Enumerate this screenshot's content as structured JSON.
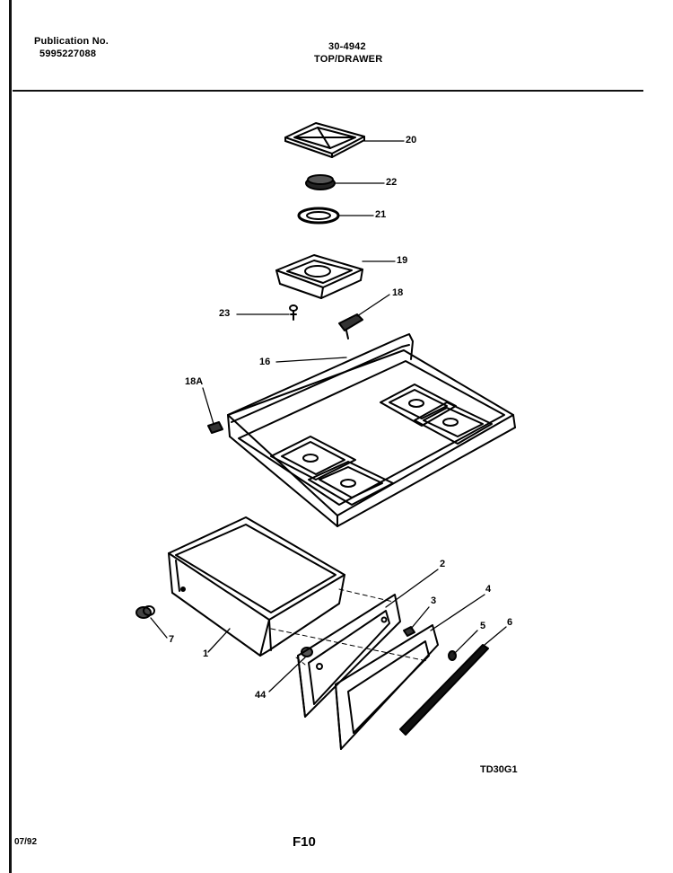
{
  "header": {
    "publication_label": "Publication No.",
    "publication_number": "5995227088",
    "model_number": "30-4942",
    "section_title": "TOP/DRAWER"
  },
  "callouts": [
    {
      "id": "c20",
      "text": "20"
    },
    {
      "id": "c22",
      "text": "22"
    },
    {
      "id": "c21",
      "text": "21"
    },
    {
      "id": "c19",
      "text": "19"
    },
    {
      "id": "c18",
      "text": "18"
    },
    {
      "id": "c23",
      "text": "23"
    },
    {
      "id": "c16",
      "text": "16"
    },
    {
      "id": "c18a",
      "text": "18A"
    },
    {
      "id": "c2",
      "text": "2"
    },
    {
      "id": "c3",
      "text": "3"
    },
    {
      "id": "c4",
      "text": "4"
    },
    {
      "id": "c5",
      "text": "5"
    },
    {
      "id": "c6",
      "text": "6"
    },
    {
      "id": "c7",
      "text": "7"
    },
    {
      "id": "c1",
      "text": "1"
    },
    {
      "id": "c44",
      "text": "44"
    }
  ],
  "drawing_code": "TD30G1",
  "footer": {
    "date": "07/92",
    "page_code": "F10"
  }
}
